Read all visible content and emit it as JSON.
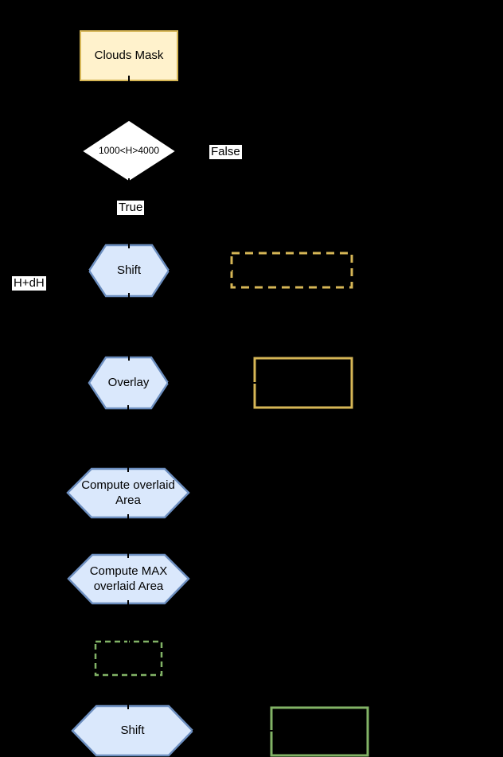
{
  "colors": {
    "canvas-bg": "#000000",
    "process-fill": "#FFF2CC",
    "process-border": "#D6B656",
    "hexagon-fill": "#DAE8FC",
    "hexagon-border": "#6C8EBF",
    "decision-fill": "#FFFFFF",
    "decision-border": "#000000",
    "yellow-box-border": "#D6B656",
    "green-box-border": "#82B366",
    "connector": "#000000",
    "label-bg": "#FFFFFF",
    "text": "#000000"
  },
  "nodes": {
    "clouds_mask": {
      "label": "Clouds Mask"
    },
    "height_check": {
      "label": "1000<H>4000"
    },
    "shift_1": {
      "label": "Shift"
    },
    "overlay": {
      "label": "Overlay"
    },
    "compute_overlaid_area": {
      "label": "Compute overlaid Area"
    },
    "compute_max_overlaid_area": {
      "label": "Compute MAX overlaid Area"
    },
    "shift_2": {
      "label": "Shift"
    }
  },
  "edge_labels": {
    "false": "False",
    "true": "True",
    "h_plus_dh": "H+dH"
  }
}
